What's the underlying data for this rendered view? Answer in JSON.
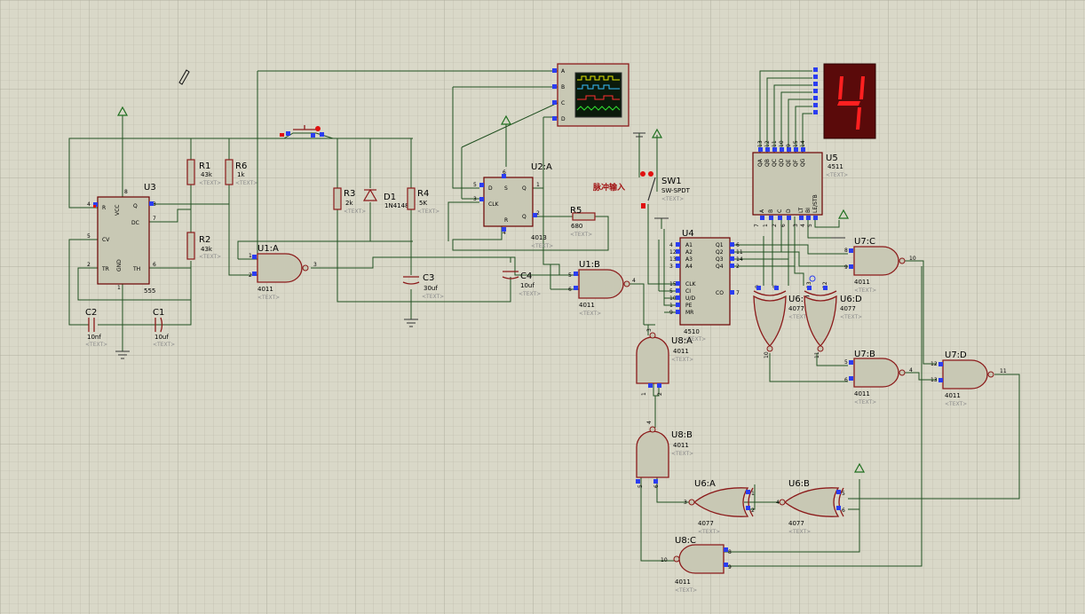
{
  "colors": {
    "wire": "#1f4f1f",
    "component": "#8b1a1a",
    "pin_blue": "#2b3df0",
    "pin_red": "#e01010",
    "background": "#d9d8c8"
  },
  "placeholder": "<TEXT>",
  "components": {
    "u3": {
      "ref": "U3",
      "value": "555",
      "pins": {
        "r": "R",
        "vcc": "VCC",
        "q": "Q",
        "dc": "DC",
        "cv": "CV",
        "gnd": "GND",
        "tr": "TR",
        "th": "TH"
      },
      "nums": {
        "n4": "4",
        "n8": "8",
        "n3": "3",
        "n7": "7",
        "n5": "5",
        "n2": "2",
        "n6": "6",
        "n1": "1"
      }
    },
    "r1": {
      "ref": "R1",
      "value": "43k"
    },
    "r6": {
      "ref": "R6",
      "value": "1k"
    },
    "r2": {
      "ref": "R2",
      "value": "43k"
    },
    "r3": {
      "ref": "R3",
      "value": "2k"
    },
    "d1": {
      "ref": "D1",
      "value": "1N4148"
    },
    "r4": {
      "ref": "R4",
      "value": "5K"
    },
    "c3": {
      "ref": "C3",
      "value": "30uf"
    },
    "c4": {
      "ref": "C4",
      "value": "10uf"
    },
    "c2": {
      "ref": "C2",
      "value": "10nf"
    },
    "c1": {
      "ref": "C1",
      "value": "10uf"
    },
    "r5": {
      "ref": "R5",
      "value": "680"
    },
    "u1a": {
      "ref": "U1:A",
      "value": "4011",
      "p1": "1",
      "p2": "2",
      "p3": "3"
    },
    "u1b": {
      "ref": "U1:B",
      "value": "4011",
      "p5": "5",
      "p6": "6",
      "p4": "4"
    },
    "u2a": {
      "ref": "U2:A",
      "value": "4013",
      "pins": {
        "d": "D",
        "s": "S",
        "q": "Q",
        "clk": "CLK",
        "r": "R",
        "qb": "Q"
      },
      "nums": {
        "n5": "5",
        "n6": "6",
        "n1": "1",
        "n3": "3",
        "n2": "2",
        "n4": "4"
      }
    },
    "sw1": {
      "ref": "SW1",
      "value": "SW-SPDT"
    },
    "note": "脉冲输入",
    "u4": {
      "ref": "U4",
      "value": "4510",
      "left": [
        "A1",
        "A2",
        "A3",
        "A4",
        "CLK",
        "CI",
        "U/D",
        "PE",
        "MR"
      ],
      "left_nums": [
        "4",
        "12",
        "13",
        "3",
        "15",
        "5",
        "10",
        "1",
        "9"
      ],
      "right": [
        "Q1",
        "Q2",
        "Q3",
        "Q4",
        "CO"
      ],
      "right_nums": [
        "6",
        "11",
        "14",
        "2",
        "7"
      ]
    },
    "u5": {
      "ref": "U5",
      "value": "4511",
      "top": [
        "QA",
        "QB",
        "QC",
        "QD",
        "QE",
        "QF",
        "QG"
      ],
      "top_nums": [
        "13",
        "12",
        "11",
        "10",
        "9",
        "15",
        "14"
      ],
      "bottom": [
        "A",
        "B",
        "C",
        "D",
        "LT",
        "BI",
        "LE/STB"
      ],
      "bottom_nums": [
        "7",
        "1",
        "2",
        "6",
        "3",
        "4",
        "5"
      ]
    },
    "display": {
      "digit": "4"
    },
    "scope": {
      "channels": [
        "A",
        "B",
        "C",
        "D"
      ]
    },
    "u7c": {
      "ref": "U7:C",
      "value": "4011",
      "p8": "8",
      "p9": "9",
      "p10": "10"
    },
    "u7b": {
      "ref": "U7:B",
      "value": "4011",
      "p5": "5",
      "p6": "6",
      "p4": "4"
    },
    "u7d": {
      "ref": "U7:D",
      "value": "4011",
      "p12": "12",
      "p13": "13",
      "p11": "11"
    },
    "u6c": {
      "ref": "U6:C",
      "value": "4077",
      "p9": "9",
      "p8": "8",
      "p10": "10"
    },
    "u6d": {
      "ref": "U6:D",
      "value": "4077",
      "p13": "13",
      "p12": "12",
      "p11": "11"
    },
    "u8a": {
      "ref": "U8:A",
      "value": "4011",
      "p1": "1",
      "p2": "2",
      "p3": "3"
    },
    "u8b": {
      "ref": "U8:B",
      "value": "4011",
      "p4": "4",
      "p5": "5",
      "p6": "6"
    },
    "u6a": {
      "ref": "U6:A",
      "value": "4077",
      "p1": "1",
      "p2": "2",
      "p3": "3"
    },
    "u6b": {
      "ref": "U6:B",
      "value": "4077",
      "p5": "5",
      "p6": "6",
      "p4": "4"
    },
    "u8c": {
      "ref": "U8:C",
      "value": "4011",
      "p8": "8",
      "p9": "9",
      "p10": "10"
    }
  }
}
